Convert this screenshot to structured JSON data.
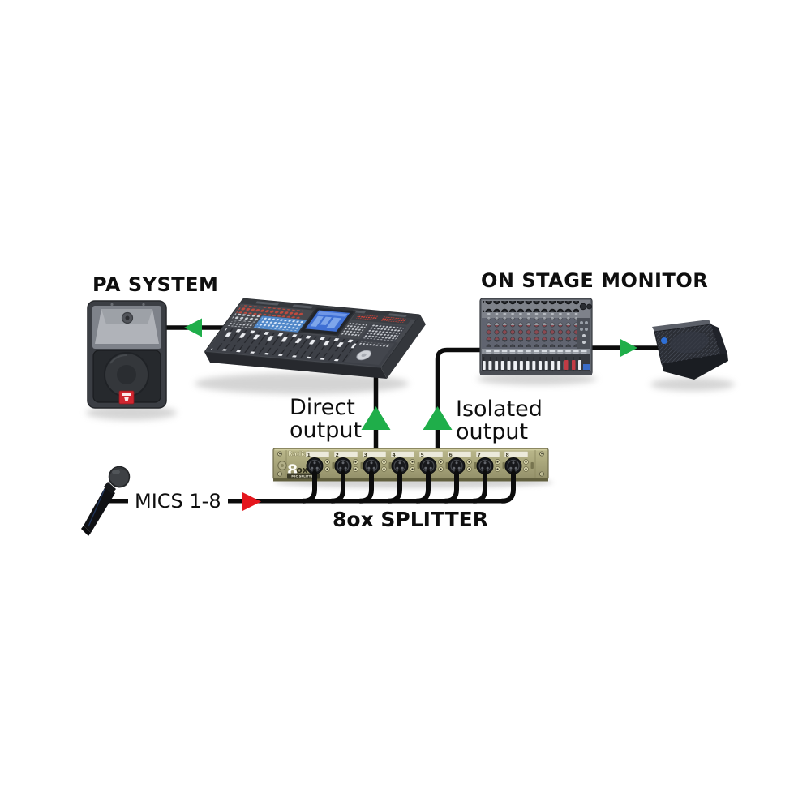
{
  "diagram": {
    "labels": {
      "pa_system": "PA SYSTEM",
      "on_stage_monitor": "ON STAGE MONITOR",
      "direct_output": {
        "line1": "Direct",
        "line2": "output"
      },
      "isolated_output": {
        "line1": "Isolated",
        "line2": "output"
      },
      "mics": "MICS 1-8",
      "splitter_caption": "8ox SPLITTER"
    },
    "splitter_unit": {
      "brand": "Radial",
      "model": "8ox",
      "model_display": {
        "digit": "8",
        "suffix": "ox"
      },
      "badge": "MIC SPLITTER",
      "channel_numbers": [
        "1",
        "2",
        "3",
        "4",
        "5",
        "6",
        "7",
        "8"
      ]
    },
    "colors": {
      "background": "#ffffff",
      "line": "#0c0c0c",
      "green_arrow": "#1fae4a",
      "red_arrow": "#e5161d",
      "splitter_face": "#a8a57a",
      "label_text": "#0e0e0e"
    }
  }
}
